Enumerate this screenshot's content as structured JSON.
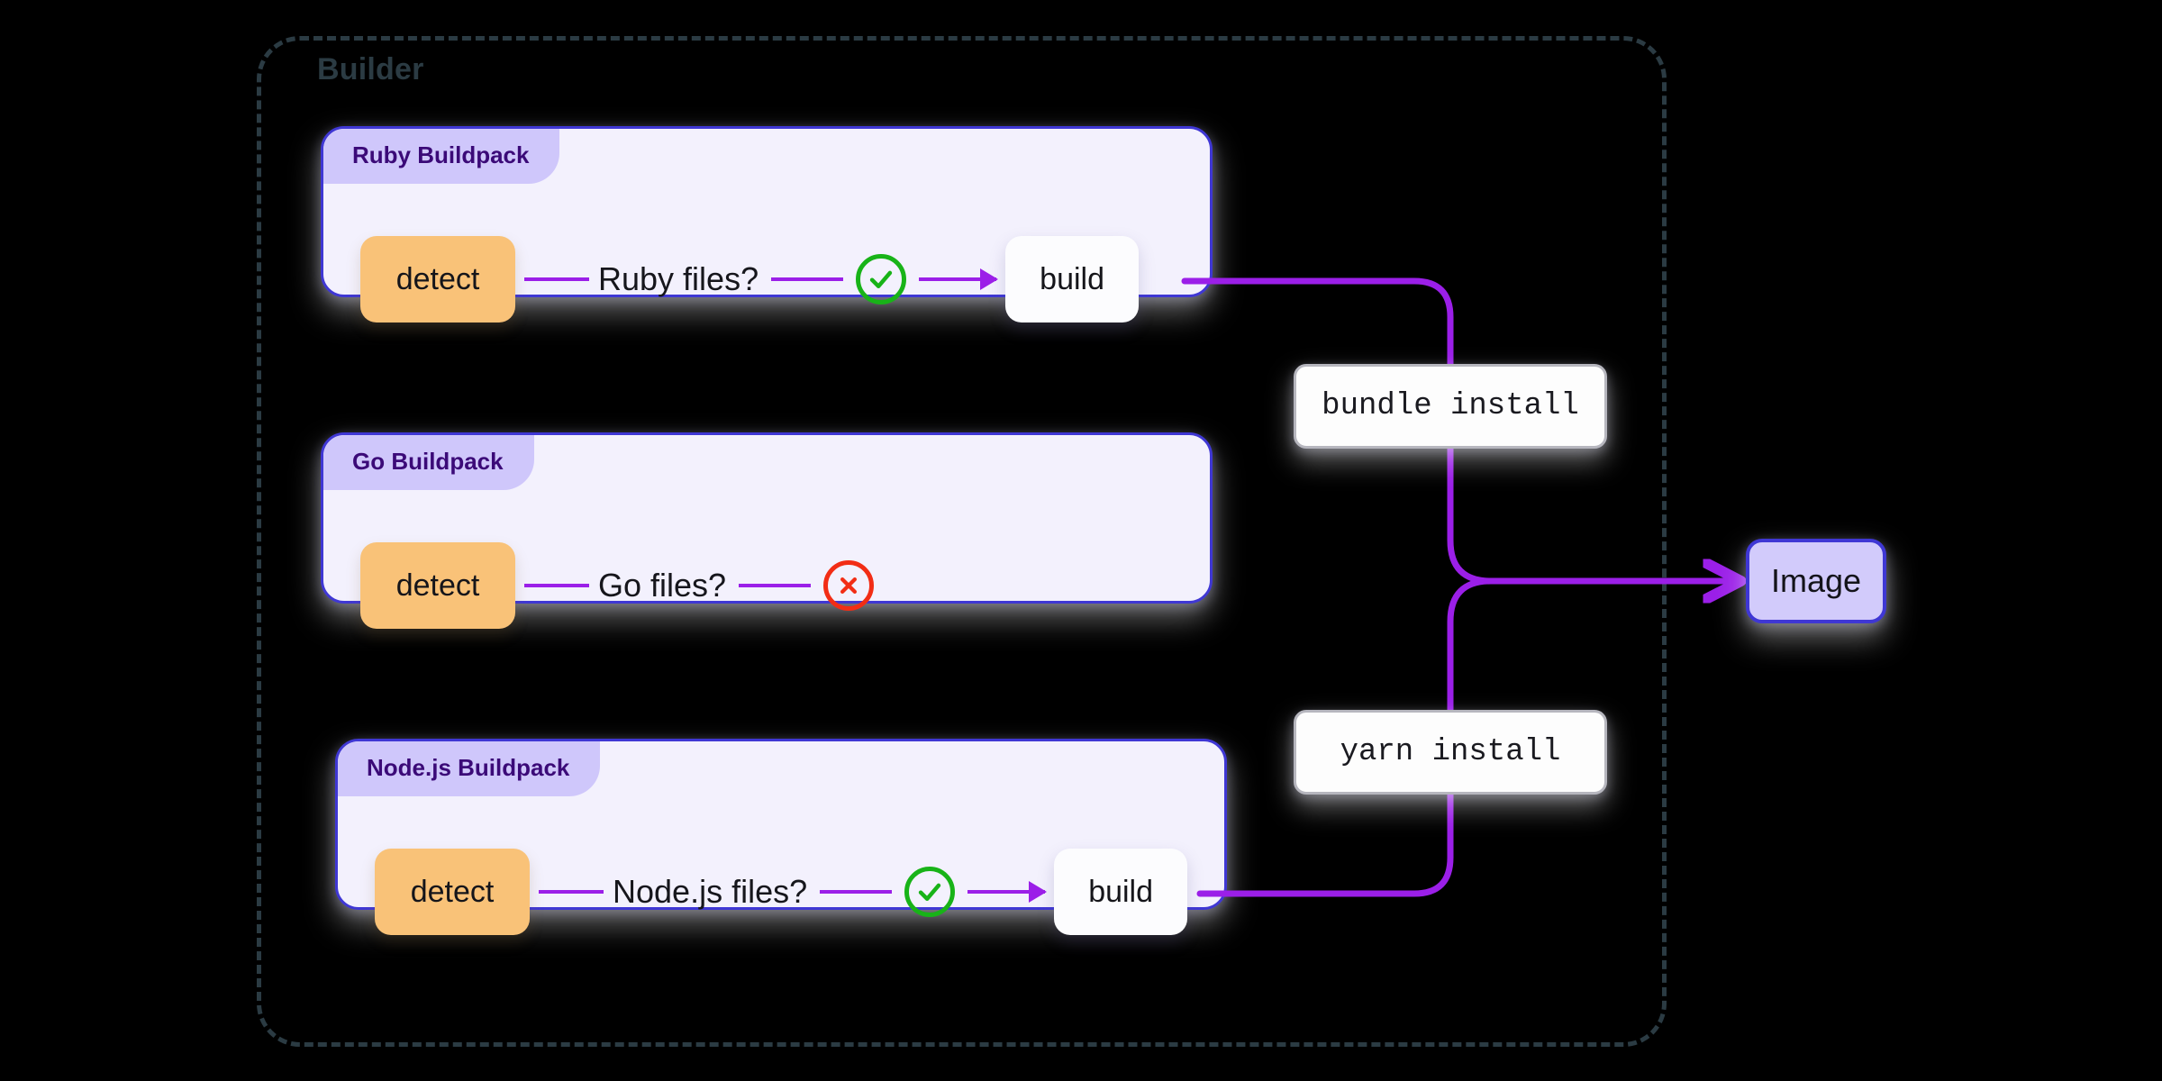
{
  "builder": {
    "label": "Builder",
    "border_style": "dashed",
    "border_color": "#2b3b43"
  },
  "colors": {
    "background": "#000000",
    "connector_purple": "#9b1fe8",
    "card_border_indigo": "#3f37d4",
    "card_body": "#f3f1fd",
    "card_header": "#cfc7fb",
    "header_text": "#3b0a78",
    "detect_orange": "#f9c278",
    "build_white": "#fcfcfe",
    "check_green": "#18b318",
    "cross_red": "#f22d15",
    "image_fill": "#d2cbfb"
  },
  "buildpacks": [
    {
      "id": "ruby",
      "title": "Ruby Buildpack",
      "detect_label": "detect",
      "question": "Ruby files?",
      "result_icon": "check-circle-icon",
      "result": "pass",
      "build_label": "build",
      "has_build": true
    },
    {
      "id": "go",
      "title": "Go Buildpack",
      "detect_label": "detect",
      "question": "Go files?",
      "result_icon": "cross-circle-icon",
      "result": "fail",
      "build_label": "",
      "has_build": false
    },
    {
      "id": "node",
      "title": "Node.js Buildpack",
      "detect_label": "detect",
      "question": "Node.js files?",
      "result_icon": "check-circle-icon",
      "result": "pass",
      "build_label": "build",
      "has_build": true
    }
  ],
  "commands": [
    {
      "id": "bundle",
      "text": "bundle install",
      "from": "ruby"
    },
    {
      "id": "yarn",
      "text": "yarn install",
      "from": "node"
    }
  ],
  "output": {
    "label": "Image"
  }
}
